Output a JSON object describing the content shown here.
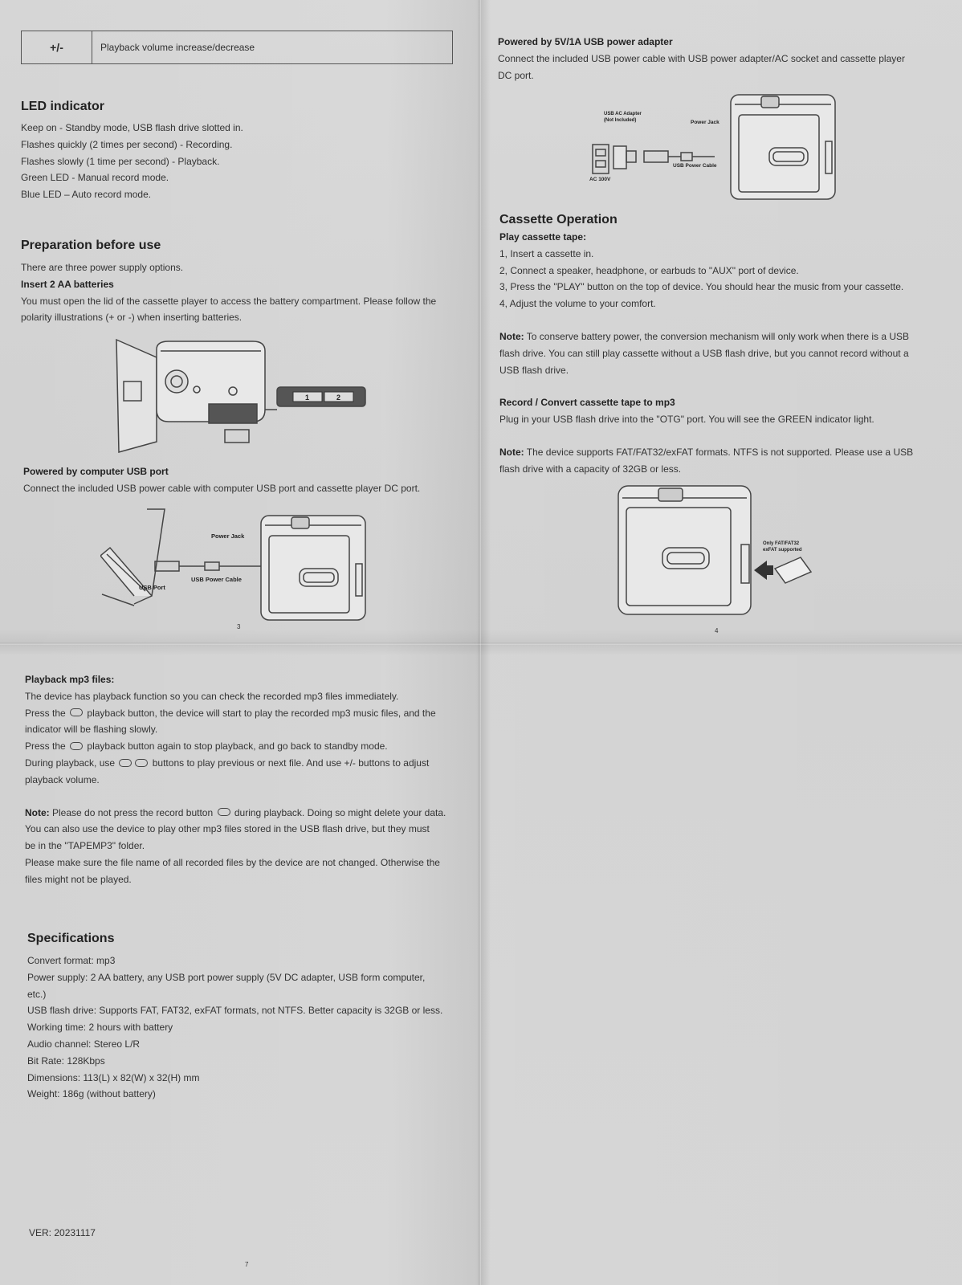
{
  "table": {
    "key": "+/-",
    "description": "Playback volume increase/decrease"
  },
  "led": {
    "title": "LED indicator",
    "lines": [
      "Keep on - Standby mode, USB flash drive slotted in.",
      "Flashes quickly (2 times per second) - Recording.",
      "Flashes slowly (1 time per second) - Playback.",
      "Green LED - Manual record mode.",
      "Blue LED – Auto record mode."
    ]
  },
  "prep": {
    "title": "Preparation before use",
    "intro": "There are three power supply options.",
    "batteries_title": "Insert 2 AA batteries",
    "batteries_text_1": "You must open the lid of the cassette player to access the battery compartment. Please follow the",
    "batteries_text_2": "polarity illustrations (+ or -) when inserting batteries.",
    "battery_labels": [
      "1",
      "2"
    ],
    "computer_title": "Powered by computer USB port",
    "computer_text": "Connect the included USB power cable with computer USB port and cassette player DC port.",
    "computer_labels": {
      "power_jack": "Power Jack",
      "usb_cable": "USB Power Cable",
      "usb_port": "USB Port"
    }
  },
  "page_numbers": {
    "p3": "3",
    "p4": "4",
    "p7": "7"
  },
  "adapter": {
    "title": "Powered by 5V/1A USB power adapter",
    "text_1": "Connect the included USB power cable with USB power adapter/AC socket and cassette player",
    "text_2": "DC port.",
    "labels": {
      "adapter_1": "USB AC Adapter",
      "adapter_2": "(Not Included)",
      "power_jack": "Power Jack",
      "usb_cable": "USB Power Cable",
      "ac": "AC 100V"
    }
  },
  "cassette": {
    "title": "Cassette Operation",
    "play_title": "Play cassette tape:",
    "steps": [
      "1, Insert a cassette in.",
      "2, Connect a speaker, headphone, or earbuds to \"AUX\" port of device.",
      "3, Press the \"PLAY\" button on the top of device. You should hear the music from your cassette.",
      "4, Adjust the volume to your comfort."
    ],
    "note1_label": "Note:",
    "note1_lines": [
      "To conserve battery power, the conversion mechanism will only work when there is a USB",
      "flash drive. You can still play cassette without a USB flash drive, but you cannot record without a",
      "USB flash drive."
    ],
    "record_title": "Record / Convert cassette tape to mp3",
    "record_text": "Plug in your USB flash drive into the \"OTG\" port. You will see the GREEN indicator light.",
    "note2_label": "Note:",
    "note2_lines": [
      "The device supports FAT/FAT32/exFAT formats. NTFS is not supported. Please use a USB",
      "flash drive with a capacity of 32GB or less."
    ],
    "otg_label_1": "Only FAT/FAT32",
    "otg_label_2": "exFAT supported"
  },
  "playback": {
    "title": "Playback mp3 files:",
    "line1": "The device has playback function so you can check the recorded mp3 files immediately.",
    "line2a": "Press the",
    "line2b": "playback button, the device will start to play the recorded mp3 music files, and the",
    "line3": "indicator will be flashing slowly.",
    "line4a": "Press the",
    "line4b": "playback button again to stop playback, and go back to standby mode.",
    "line5a": "During playback, use",
    "line5b": "buttons to play previous or next file. And use +/- buttons to adjust",
    "line6": "playback volume.",
    "note_label": "Note:",
    "note_a": "Please do not press the record button",
    "note_b": "during playback. Doing so might delete your data.",
    "note_lines": [
      "You can also use the device to play other mp3 files stored in the USB flash drive, but they must",
      "be in the \"TAPEMP3\" folder.",
      "Please make sure the file name of all recorded files by the device are not changed. Otherwise the",
      "files might not be played."
    ]
  },
  "specs": {
    "title": "Specifications",
    "lines": [
      "Convert format: mp3",
      "Power supply: 2 AA battery, any USB port power supply (5V DC adapter, USB form computer,",
      "etc.)",
      "USB flash drive: Supports FAT, FAT32, exFAT formats, not NTFS. Better capacity is 32GB or less.",
      "Working time: 2 hours with battery",
      "Audio channel: Stereo L/R",
      "Bit Rate: 128Kbps",
      "Dimensions: 113(L) x 82(W) x 32(H) mm",
      "Weight: 186g (without battery)"
    ]
  },
  "version": {
    "label": "VER:",
    "value": "20231117"
  }
}
